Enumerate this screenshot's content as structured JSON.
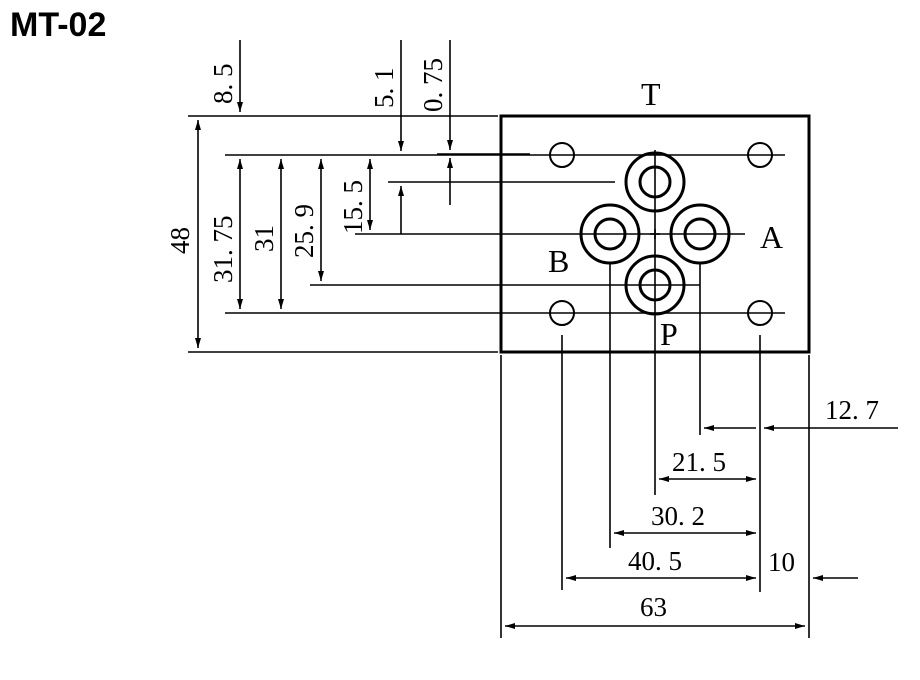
{
  "title": "MT-02",
  "ports": {
    "T": "T",
    "A": "A",
    "B": "B",
    "P": "P"
  },
  "dims": {
    "d8_5": "8. 5",
    "d5_1": "5. 1",
    "d0_75": "0. 75",
    "d48": "48",
    "d31_75": "31. 75",
    "d31": "31",
    "d25_9": "25. 9",
    "d15_5": "15. 5",
    "d12_7": "12. 7",
    "d21_5": "21. 5",
    "d30_2": "30. 2",
    "d40_5": "40. 5",
    "d10": "10",
    "d63": "63"
  }
}
